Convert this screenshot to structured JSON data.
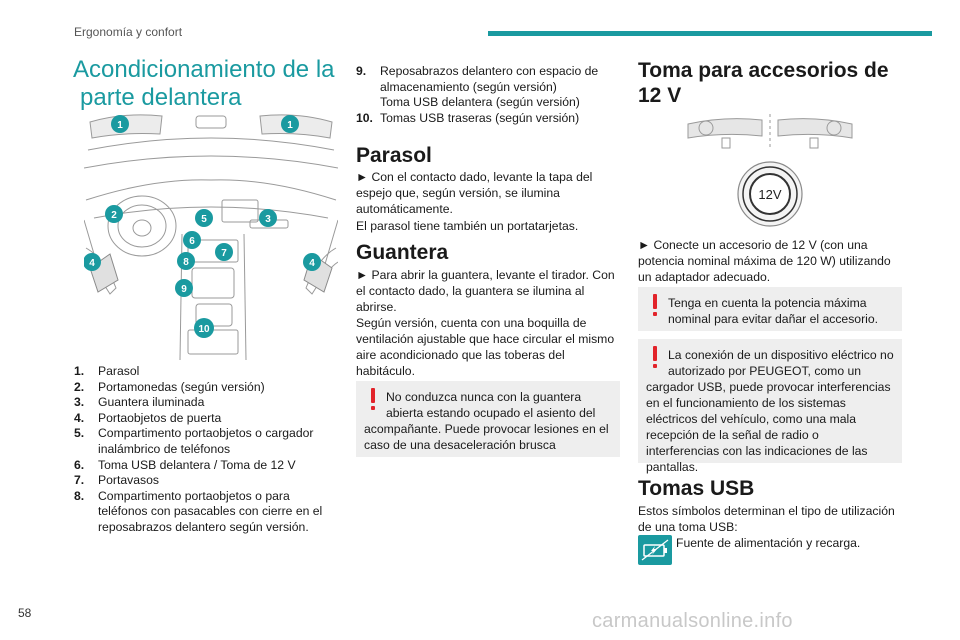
{
  "header": {
    "section": "Ergonomía y confort"
  },
  "page_number": "58",
  "watermark": "carmanualsonline.info",
  "title": {
    "line1": "Acondicionamiento de la",
    "line2": "parte delantera"
  },
  "callouts": [
    "1",
    "1",
    "2",
    "5",
    "3",
    "6",
    "7",
    "8",
    "4",
    "4",
    "9",
    "10"
  ],
  "legend": [
    {
      "num": "1.",
      "text": "Parasol"
    },
    {
      "num": "2.",
      "text": "Portamonedas (según versión)"
    },
    {
      "num": "3.",
      "text": "Guantera iluminada"
    },
    {
      "num": "4.",
      "text": "Portaobjetos de puerta"
    },
    {
      "num": "5.",
      "text": "Compartimento portaobjetos o cargador inalámbrico de teléfonos"
    },
    {
      "num": "6.",
      "text": "Toma USB delantera / Toma de 12 V"
    },
    {
      "num": "7.",
      "text": "Portavasos"
    },
    {
      "num": "8.",
      "text": "Compartimento portaobjetos o para teléfonos con pasacables con cierre en el reposabrazos delantero según versión."
    }
  ],
  "col2_list": [
    {
      "num": "9.",
      "text": "Reposabrazos delantero con espacio de almacenamiento (según versión)",
      "sub": "Toma USB delantera (según versión)"
    },
    {
      "num": "10.",
      "text": "Tomas USB traseras (según versión)",
      "sub": ""
    }
  ],
  "parasol": {
    "title": "Parasol",
    "body1": "► Con el contacto dado, levante la tapa del espejo que, según versión, se ilumina automáticamente.",
    "body2": "El parasol tiene también un portatarjetas."
  },
  "guantera": {
    "title": "Guantera",
    "body1": "► Para abrir la guantera, levante el tirador. Con el contacto dado, la guantera se ilumina al abrirse.",
    "body2": "Según versión, cuenta con una boquilla de ventilación ajustable que hace circular el mismo aire acondicionado que las toberas del habitáculo.",
    "warning_l1": "No conduzca nunca con la guantera abierta estando ocupado el asiento del",
    "warning_rest": "acompañante. Puede provocar lesiones en el caso de una desaceleración brusca"
  },
  "toma12": {
    "title_l1": "Toma para accesorios de",
    "title_l2": "12 V",
    "socket_label": "12V",
    "body": "► Conecte un accesorio de 12 V (con una potencia nominal máxima de 120 W) utilizando un adaptador adecuado.",
    "warn1_l1": "Tenga en cuenta la potencia máxima",
    "warn1_rest": "nominal para evitar dañar el accesorio.",
    "warn2_l1": "La conexión de un dispositivo eléctrico no autorizado por PEUGEOT, como un",
    "warn2_rest": "cargador USB, puede provocar interferencias en el funcionamiento de los sistemas eléctricos del vehículo, como una mala recepción de la señal de radio o interferencias con las indicaciones de las pantallas."
  },
  "tomas_usb": {
    "title": "Tomas USB",
    "body": "Estos símbolos determinan el tipo de utilización de una toma USB:",
    "icon_label": "Fuente de alimentación y recarga."
  },
  "colors": {
    "accent": "#1a9aa0",
    "warning": "#e2232a",
    "box": "#eeeeee"
  }
}
